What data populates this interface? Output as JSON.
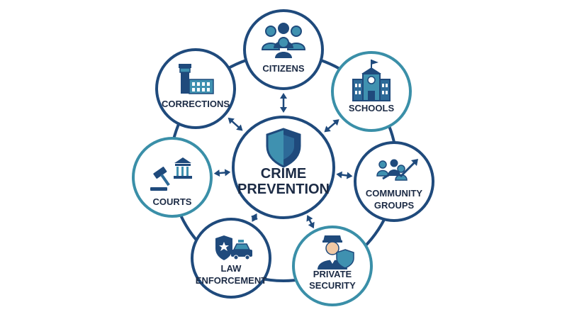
{
  "center": {
    "lines": [
      "CRIME",
      "PREVENTION"
    ],
    "icon": "shield-icon"
  },
  "colors": {
    "navy": "#1f4a7c",
    "teal": "#3a8fa8",
    "text": "#1c2b45",
    "iconDark": "#1f4a7c",
    "iconLight": "#3f91b0"
  },
  "nodes": [
    {
      "id": "citizens",
      "lines": [
        "CITIZENS"
      ],
      "icon": "people-icon",
      "ring": "navy"
    },
    {
      "id": "schools",
      "lines": [
        "SCHOOLS"
      ],
      "icon": "school-icon",
      "ring": "teal"
    },
    {
      "id": "community-groups",
      "lines": [
        "COMMUNITY",
        "GROUPS"
      ],
      "icon": "community-growth-icon",
      "ring": "navy"
    },
    {
      "id": "private-security",
      "lines": [
        "PRIVATE",
        "SECURITY"
      ],
      "icon": "security-guard-icon",
      "ring": "teal"
    },
    {
      "id": "law-enforcement",
      "lines": [
        "LAW",
        "ENFORCEMENT"
      ],
      "icon": "police-badge-car-icon",
      "ring": "navy"
    },
    {
      "id": "courts",
      "lines": [
        "COURTS"
      ],
      "icon": "gavel-courthouse-icon",
      "ring": "teal"
    },
    {
      "id": "corrections",
      "lines": [
        "CORRECTIONS"
      ],
      "icon": "prison-tower-icon",
      "ring": "navy"
    }
  ]
}
